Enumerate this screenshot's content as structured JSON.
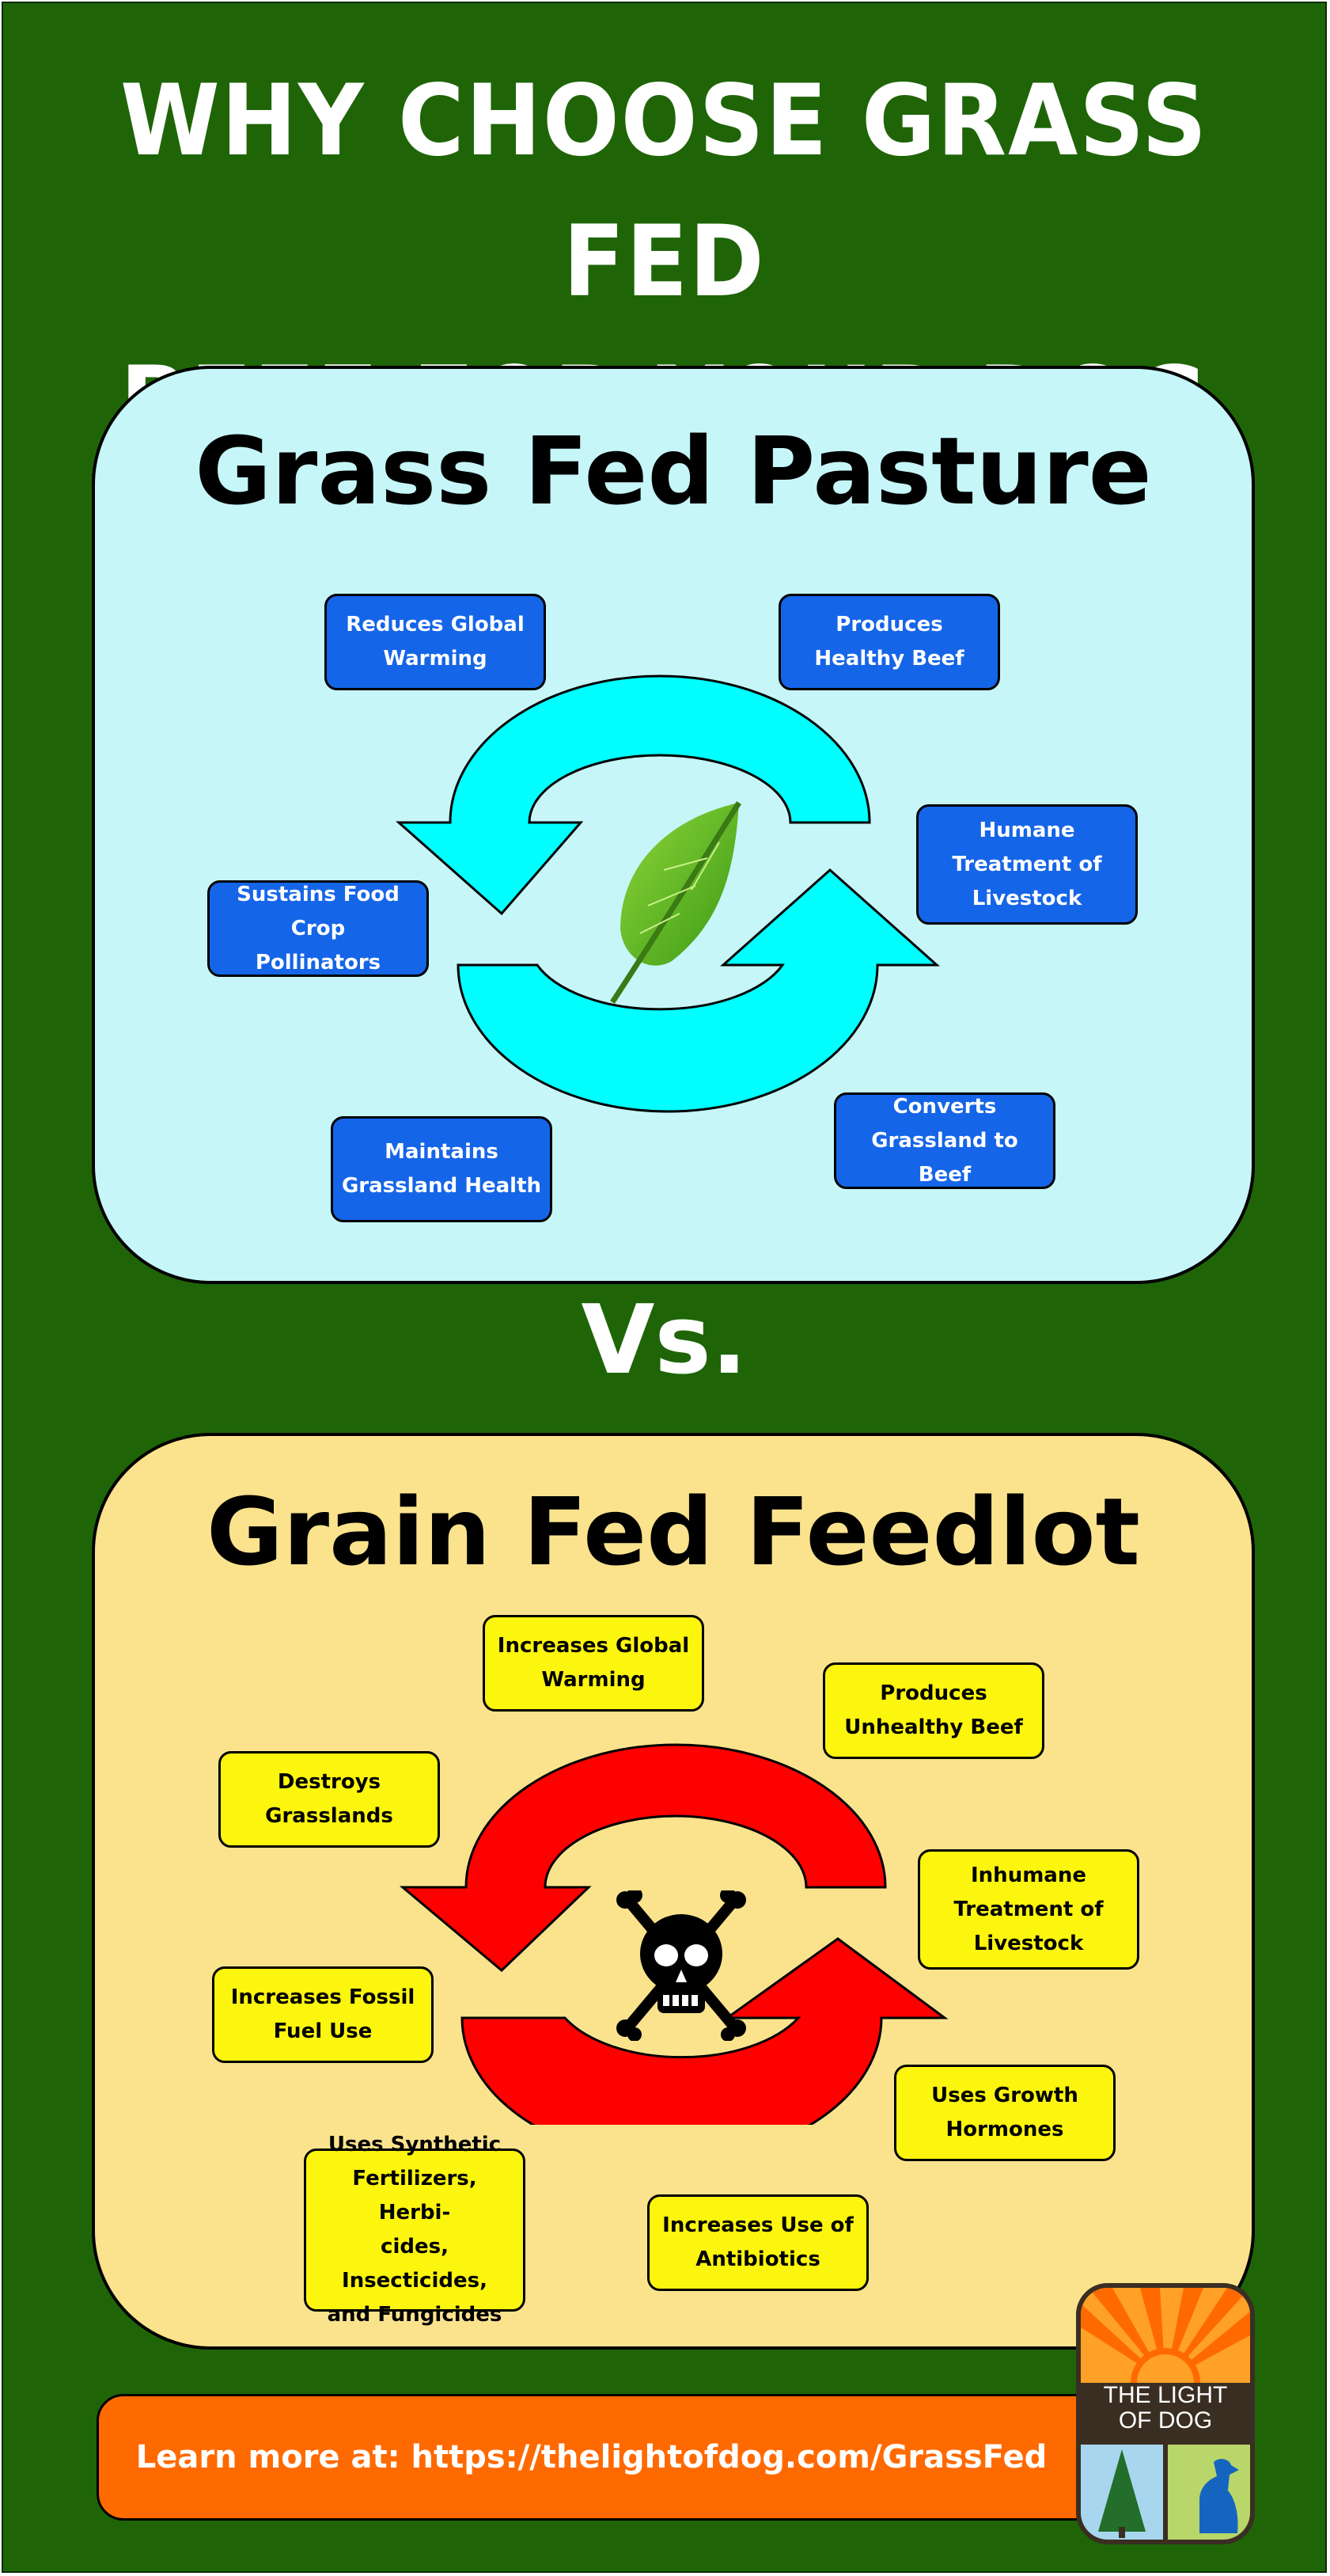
{
  "title": {
    "line1": "WHY CHOOSE GRASS FED",
    "line2": "BEEF FOR YOUR DOG"
  },
  "grass_panel": {
    "title": "Grass Fed Pasture",
    "items": [
      {
        "lines": [
          "Reduces Global",
          "Warming"
        ]
      },
      {
        "lines": [
          "Produces",
          "Healthy Beef"
        ]
      },
      {
        "lines": [
          "Humane",
          "Treatment of",
          "Livestock"
        ]
      },
      {
        "lines": [
          "Sustains Food Crop",
          "Pollinators"
        ]
      },
      {
        "lines": [
          "Converts",
          "Grassland to Beef"
        ]
      },
      {
        "lines": [
          "Maintains",
          "Grassland Health"
        ]
      }
    ],
    "center_icon": "leaf-icon",
    "arrow_color": "#00ffff",
    "box_color": "#1565e8"
  },
  "vs_label": "Vs.",
  "grain_panel": {
    "title": "Grain Fed Feedlot",
    "items": [
      {
        "lines": [
          "Increases Global",
          "Warming"
        ]
      },
      {
        "lines": [
          "Produces",
          "Unhealthy Beef"
        ]
      },
      {
        "lines": [
          "Destroys",
          "Grasslands"
        ]
      },
      {
        "lines": [
          "Inhumane",
          "Treatment of",
          "Livestock"
        ]
      },
      {
        "lines": [
          "Increases Fossil",
          "Fuel Use"
        ]
      },
      {
        "lines": [
          "Uses Growth",
          "Hormones"
        ]
      },
      {
        "lines": [
          "Uses Synthetic",
          "Fertilizers, Herbi-",
          "cides, Insecticides,",
          "and Fungicides"
        ]
      },
      {
        "lines": [
          "Increases Use of",
          "Antibiotics"
        ]
      }
    ],
    "center_icon": "skull-crossbones-icon",
    "arrow_color": "#ff0000",
    "box_color": "#fcf50e"
  },
  "footer": {
    "text": "Learn more at: https://thelightofdog.com/GrassFed",
    "color": "#ff6a00"
  },
  "logo": {
    "line1": "THE LIGHT",
    "line2": "OF DOG"
  }
}
